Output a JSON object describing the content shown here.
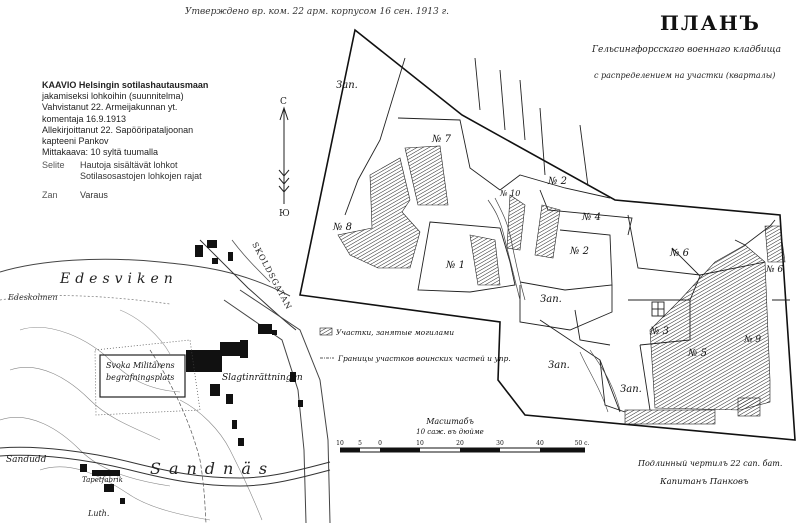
{
  "top_note": "Утверждено вр. ком. 22 арм. корпусом 16 сен. 1913 г.",
  "plan": {
    "title": "ПЛАНЪ",
    "subtitle_1": "Гельсингфорсскаго военнаго кладбища",
    "subtitle_2": "с распределением на участки (кварталы)"
  },
  "caption_fi": {
    "line1": "KAAVIO Helsingin sotilashautausmaan",
    "line2": "jakamiseksi lohkoihin (suunnitelma)",
    "line3": "Vahvistanut 22. Armeijakunnan yt.",
    "line4": "komentaja 16.9.1913",
    "line5": "Allekirjoittanut 22. Sapööripataljoonan",
    "line6": "kapteeni Pankov",
    "line7": "Mittakaava: 10 syltä tuumalla"
  },
  "legend_fi": [
    {
      "key": "Selite",
      "text": "Hautoja sisältävät lohkot"
    },
    {
      "key": "",
      "text": "Sotilasosastojen lohkojen rajat"
    },
    {
      "key": "Zan",
      "text": "Varaus"
    }
  ],
  "compass": {
    "north": "С",
    "south": "Ю"
  },
  "plots": {
    "zap_nw": "Зап.",
    "n7": "№ 7",
    "n8": "№ 8",
    "n1": "№ 1",
    "n10": "№ 10",
    "n2_upper": "№ 2",
    "n4": "№ 4",
    "n2_lower": "№ 2",
    "n6": "№ 6",
    "n6_right": "№ 6",
    "zap_mid": "Зап.",
    "n3": "№ 3",
    "n5": "№ 5",
    "n9": "№ 9",
    "zap_low": "Зап.",
    "zap_bottom": "Зап."
  },
  "legend_ru": {
    "item1": "Участки, занятые могилами",
    "item2": "Границы участков воинских частей и упр."
  },
  "scale": {
    "title": "Масштабъ",
    "subtitle": "10 саж. въ дюйме",
    "ticks": [
      "10",
      "5",
      "0",
      "10",
      "20",
      "30",
      "40",
      "50 с."
    ]
  },
  "signature": {
    "line1": "Подлинный чертилъ 22 сап. бат.",
    "line2": "Капитанъ Панковъ"
  },
  "old_map": {
    "label_lagoon": "Edesviken",
    "label_shore": "Edeskolmen",
    "label_street": "SKOLDSGATAN",
    "label_cem1": "Svoka Militärens",
    "label_cem2": "begrafningsplats",
    "label_slag": "Slagtinrättningen",
    "label_sand": "Sandudd",
    "label_sandvik": "Sandnäs",
    "label_fab": "Tapetfabrik",
    "label_luth": "Luth."
  }
}
